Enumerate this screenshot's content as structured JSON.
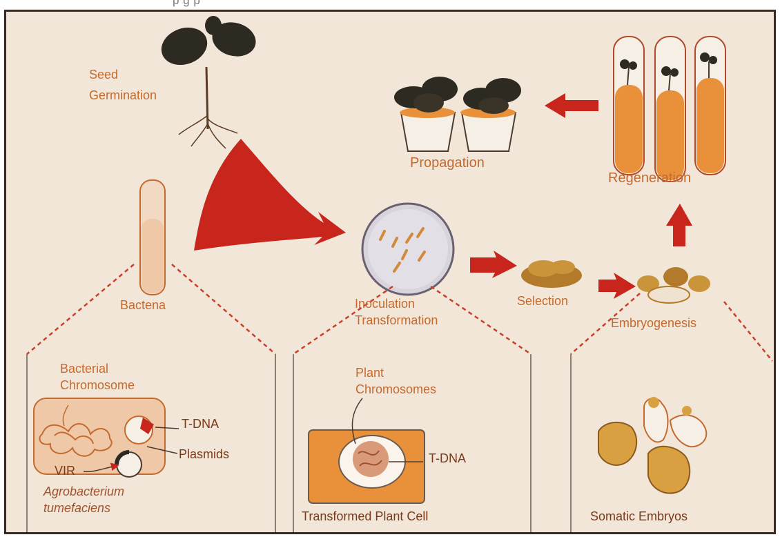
{
  "header_fragment": "p                                                     g                                      p",
  "labels": {
    "seed_germination_1": "Seed",
    "seed_germination_2": "Germination",
    "propagation": "Propagation",
    "regeneration": "Regeneration",
    "bacteria": "Bactena",
    "inoculation": "Inoculation",
    "transformation": "Transformation",
    "selection": "Selection",
    "embryogenesis": "Embryogenesis",
    "bacterial_chromosome_1": "Bacterial",
    "bacterial_chromosome_2": "Chromosome",
    "t_dna_left": "T-DNA",
    "plasmids": "Plasmids",
    "vir": "VIR",
    "agro_1": "Agrobacterium",
    "agro_2": "tumefaciens",
    "plant_chromosomes_1": "Plant",
    "plant_chromosomes_2": "Chromosomes",
    "t_dna_mid": "T-DNA",
    "transformed_cell": "Transformed Plant Cell",
    "somatic_embryos": "Somatic Embryos"
  },
  "colors": {
    "background": "#f2e6d8",
    "label": "#c46a2e",
    "arrow_red": "#c8261c",
    "dashed": "#c8402a",
    "tube_fill": "#e8903a",
    "leaf": "#2d2a22"
  }
}
